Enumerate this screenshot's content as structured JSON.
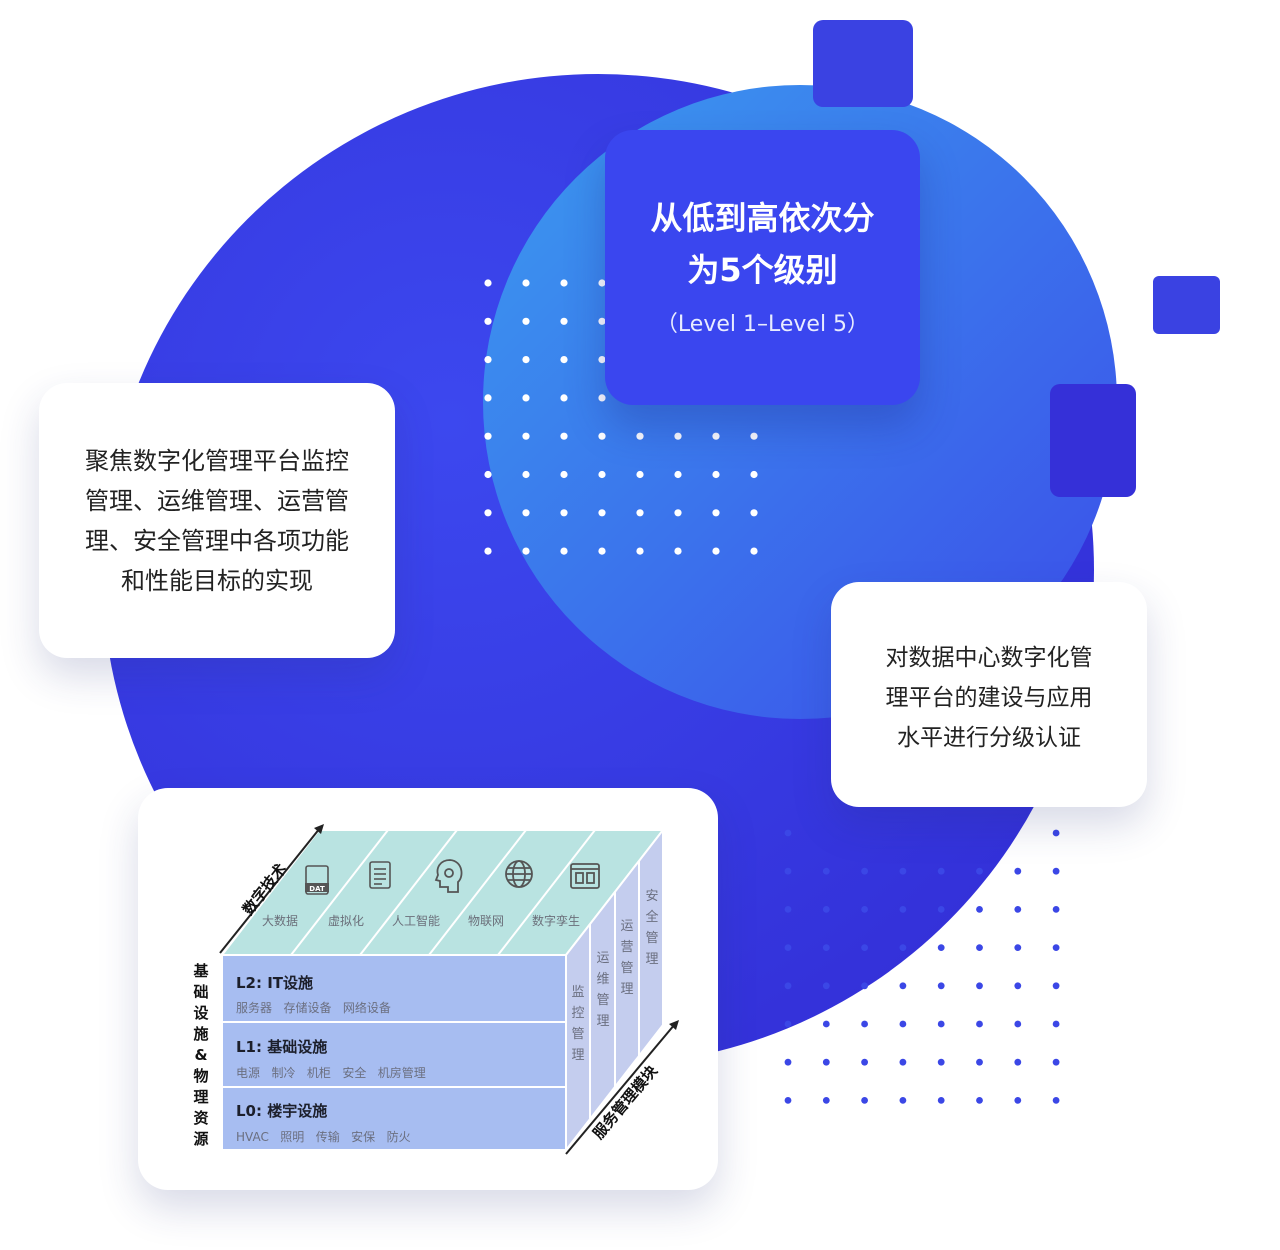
{
  "card_top": {
    "title_line1": "从低到高依次分",
    "title_line2": "为5个级别",
    "subtitle": "（Level 1–Level 5）"
  },
  "card_left": {
    "lines": [
      "聚焦数字化管理平台监控",
      "管理、运维管理、运营管",
      "理、安全管理中各项功能",
      "和性能目标的实现"
    ]
  },
  "card_right": {
    "lines": [
      "对数据中心数字化管",
      "理平台的建设与应用",
      "水平进行分级认证"
    ]
  },
  "diagram": {
    "top_axis_label": "数字技术",
    "left_axis_label": "基础设施&物理资源",
    "bottom_axis_label": "服务管理模块",
    "tech_items": [
      "大数据",
      "虚拟化",
      "人工智能",
      "物联网",
      "数字孪生"
    ],
    "tech_icons": [
      "data-file-icon",
      "document-icon",
      "head-profile-icon",
      "globe-icon",
      "twin-window-icon"
    ],
    "data_icon_text": "DAT",
    "layers": [
      {
        "title": "L2: IT设施",
        "items": "服务器   存储设备   网络设备"
      },
      {
        "title": "L1: 基础设施",
        "items": "电源   制冷   机柜   安全   机房管理"
      },
      {
        "title": "L0: 楼宇设施",
        "items": "HVAC   照明   传输   安保   防火"
      }
    ],
    "modules": [
      "监控管理",
      "运维管理",
      "运营管理",
      "安全管理"
    ]
  },
  "colors": {
    "circle_dark": "#3b3de8",
    "circle_light": "#3a8fee",
    "card_blue": "#3a46ef",
    "dot_blue": "#3b47e6",
    "cube_top": "#b9e3e1",
    "cube_front": "#a7bdf1",
    "cube_side": "#c4cdee"
  }
}
